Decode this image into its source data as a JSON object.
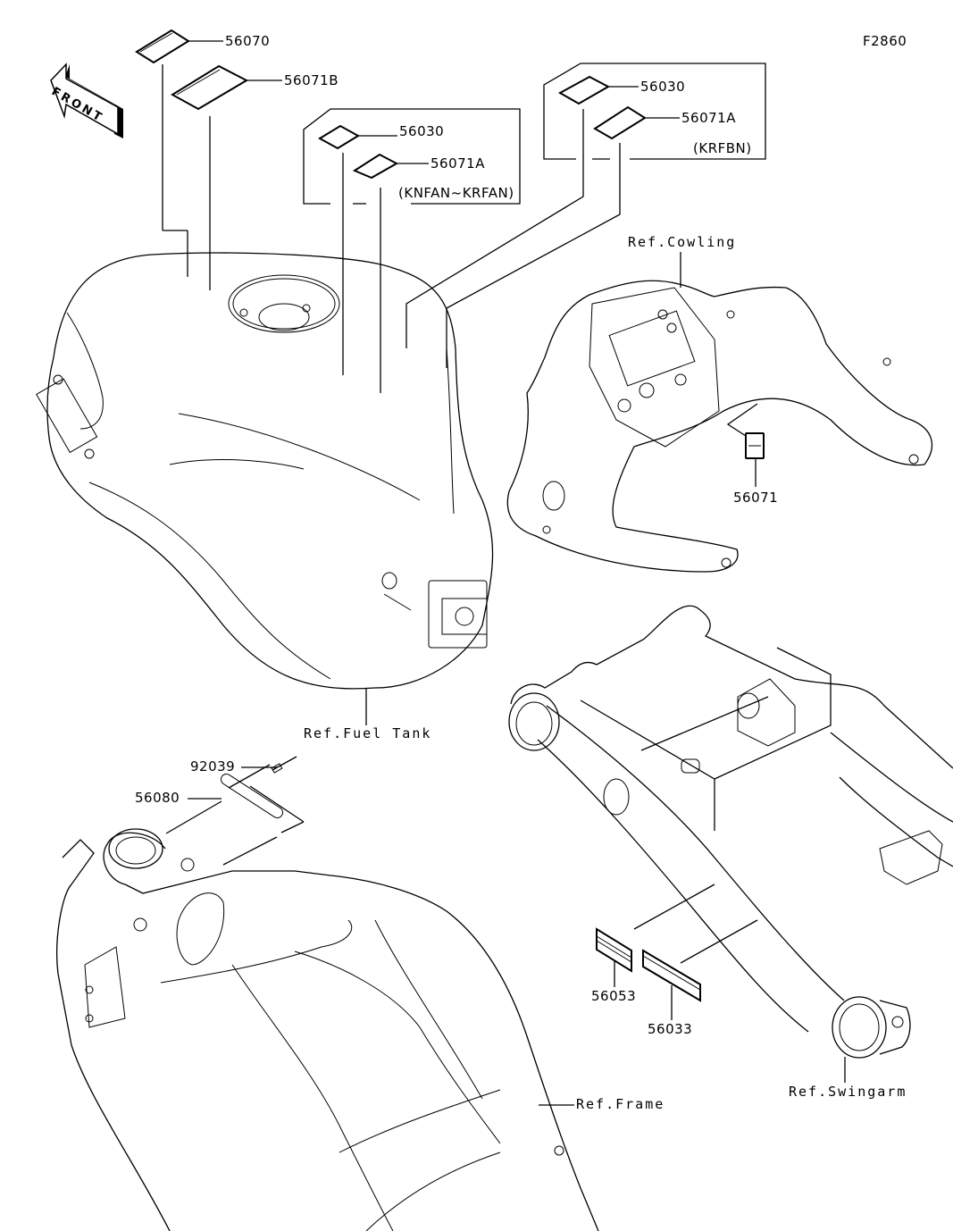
{
  "figure_id": "F2860",
  "front_indicator": {
    "label": "FRONT",
    "icon": "front-arrow-icon"
  },
  "callouts": {
    "p56070": "56070",
    "p56071B": "56071B",
    "group_a": {
      "p56030": "56030",
      "p56071A": "56071A",
      "note": "(KNFAN~KRFAN)"
    },
    "group_b": {
      "p56030": "56030",
      "p56071A": "56071A",
      "note": "(KRFBN)"
    },
    "p56071": "56071",
    "p92039": "92039",
    "p56080": "56080",
    "p56053": "56053",
    "p56033": "56033"
  },
  "references": {
    "cowling": "Ref.Cowling",
    "fuel_tank": "Ref.Fuel Tank",
    "frame": "Ref.Frame",
    "swingarm": "Ref.Swingarm"
  }
}
